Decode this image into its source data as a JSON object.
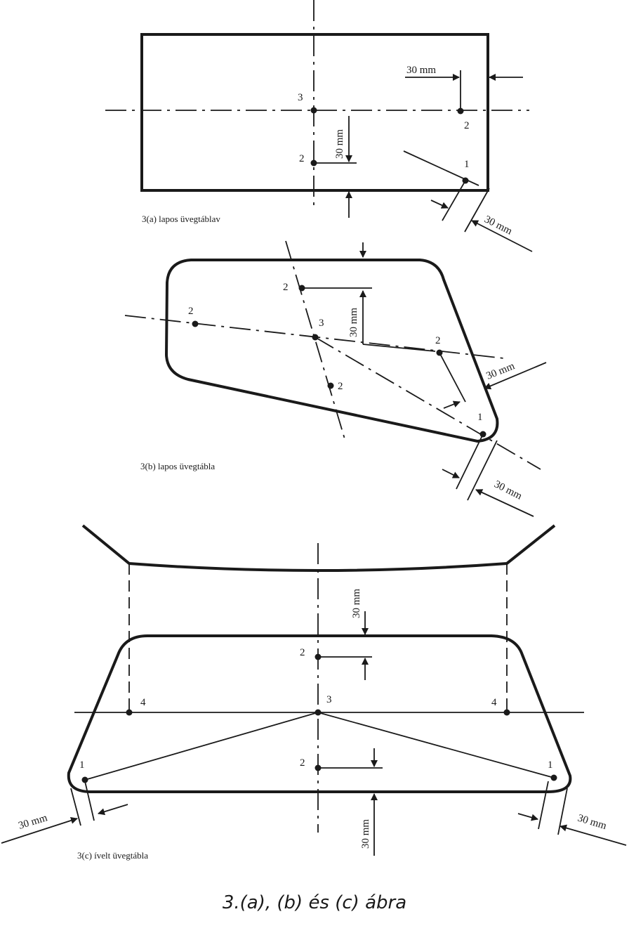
{
  "figure_caption": "3.(a), (b) és (c) ábra",
  "panels": {
    "a": {
      "caption": "3(a) lapos üvegtáblav",
      "dim_top": "30 mm",
      "dim_vertical": "30 mm",
      "dim_corner": "30 mm",
      "point_3": "3",
      "point_2_right": "2",
      "point_2_bottom": "2",
      "point_1": "1"
    },
    "b": {
      "caption": "3(b) lapos üvegtábla",
      "dim_vertical": "30 mm",
      "dim_side": "30 mm",
      "dim_corner": "30 mm",
      "point_2_top": "2",
      "point_2_left": "2",
      "point_3": "3",
      "point_2_right": "2",
      "point_2_lower": "2",
      "point_1": "1"
    },
    "c": {
      "caption": "3(c) ívelt üvegtábla",
      "dim_top": "30 mm",
      "dim_bottom": "30 mm",
      "dim_left": "30 mm",
      "dim_right": "30 mm",
      "point_2_top": "2",
      "point_4_left": "4",
      "point_3": "3",
      "point_4_right": "4",
      "point_2_bottom": "2",
      "point_1_left": "1",
      "point_1_right": "1"
    }
  }
}
